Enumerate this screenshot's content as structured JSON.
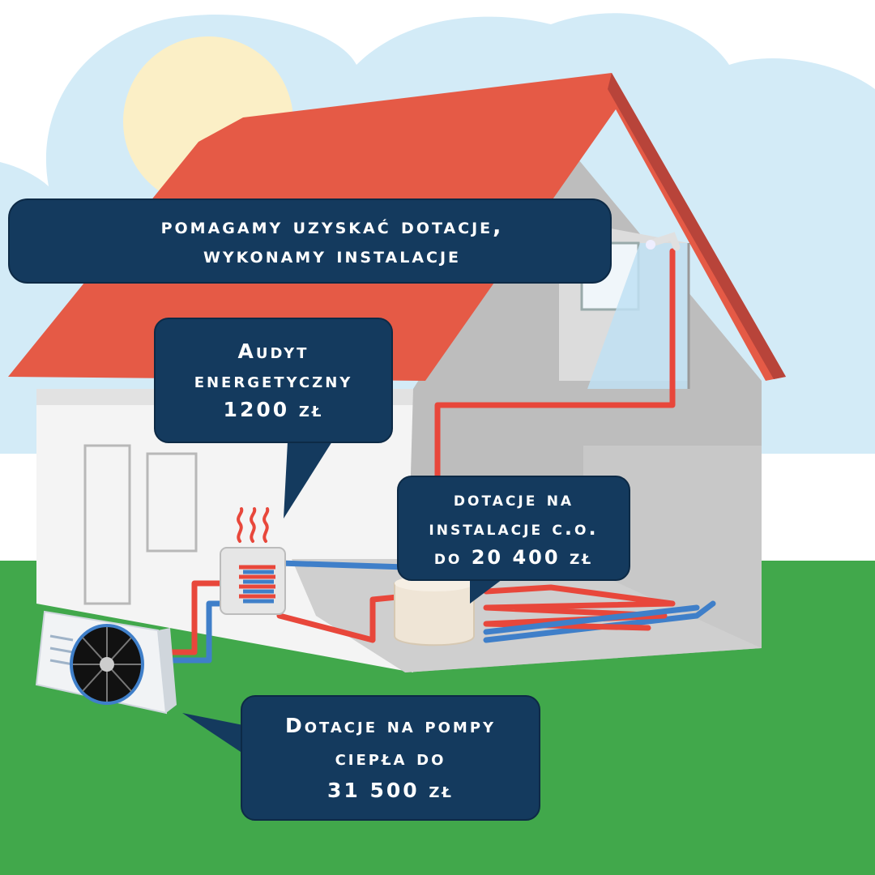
{
  "banner": {
    "lines": [
      "pomagamy uzyskać dotacje,",
      "wykonamy instalacje"
    ]
  },
  "audit_bubble": {
    "lines": [
      "Audyt",
      "energetyczny",
      "1200 zł"
    ]
  },
  "heating_bubble": {
    "lines": [
      "dotacje na",
      "instalacje c.o.",
      "do 20 400 zł"
    ]
  },
  "heatpump_bubble": {
    "lines": [
      "Dotacje na pompy",
      "ciepła do",
      "31 500 zł"
    ]
  },
  "colors": {
    "sky": "#d3ebf7",
    "sun": "#fbefc6",
    "roof": "#e55a46",
    "grass": "#41a84b",
    "bubble": "#143a5e",
    "hot_pipe": "#e8473b",
    "cold_pipe": "#3f7fc9"
  },
  "icons": [
    "heat-waves-icon",
    "fan-icon",
    "shower-icon"
  ]
}
